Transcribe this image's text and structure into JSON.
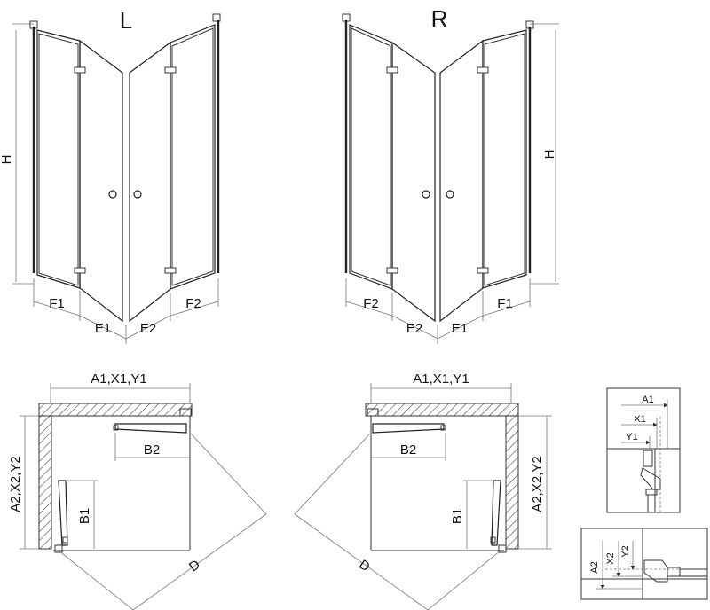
{
  "views": {
    "left": {
      "title": "L",
      "height_label": "H",
      "segments": [
        "F1",
        "E1",
        "E2",
        "F2"
      ]
    },
    "right": {
      "title": "R",
      "height_label": "H",
      "segments": [
        "F2",
        "E2",
        "E1",
        "F1"
      ]
    }
  },
  "plans": {
    "left": {
      "width_label": "A1,X1,Y1",
      "depth_label": "A2,X2,Y2",
      "b2_label": "B2",
      "b1_label": "B1",
      "d_label": "D"
    },
    "right": {
      "width_label": "A1,X1,Y1",
      "depth_label": "A2,X2,Y2",
      "b2_label": "B2",
      "b1_label": "B1",
      "d_label": "D"
    }
  },
  "details": {
    "top": {
      "labels": [
        "A1",
        "X1",
        "Y1"
      ]
    },
    "bottom": {
      "labels": [
        "A2",
        "X2",
        "Y2"
      ]
    }
  },
  "colors": {
    "line": "#222222",
    "hatch": "#444444"
  }
}
